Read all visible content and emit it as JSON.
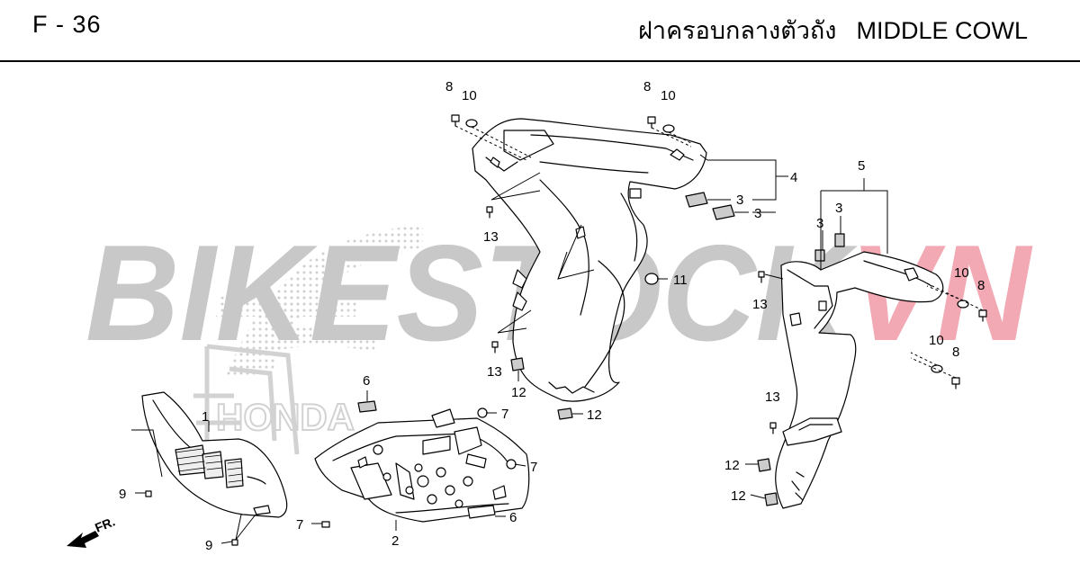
{
  "header": {
    "page_code": "F - 36",
    "title_thai": "ฝาครอบกลางตัวถัง",
    "title_en": "MIDDLE COWL"
  },
  "watermark": {
    "text_main": "BIKESTOCK",
    "text_accent": "VN",
    "color_main": "#c8c8c8",
    "color_accent": "#f2a9b3",
    "logo_text": "HONDA"
  },
  "direction_label": "FR.",
  "callouts": {
    "c8a": "8",
    "c10a": "10",
    "c8b": "8",
    "c10b": "10",
    "c4": "4",
    "c3a": "3",
    "c3b": "3",
    "c5": "5",
    "c3c": "3",
    "c3d": "3",
    "c13a": "13",
    "c11": "11",
    "c13b": "13",
    "c12a": "12",
    "c12b": "12",
    "c13c": "13",
    "c10c": "10",
    "c8c": "8",
    "c10d": "10",
    "c8d": "8",
    "c13d": "13",
    "c12c": "12",
    "c12d": "12",
    "c6a": "6",
    "c7a": "7",
    "c7b": "7",
    "c7c": "7",
    "c6b": "6",
    "c2": "2",
    "c1": "1",
    "c9a": "9",
    "c9b": "9"
  },
  "colors": {
    "line": "#000000",
    "background": "#ffffff"
  }
}
